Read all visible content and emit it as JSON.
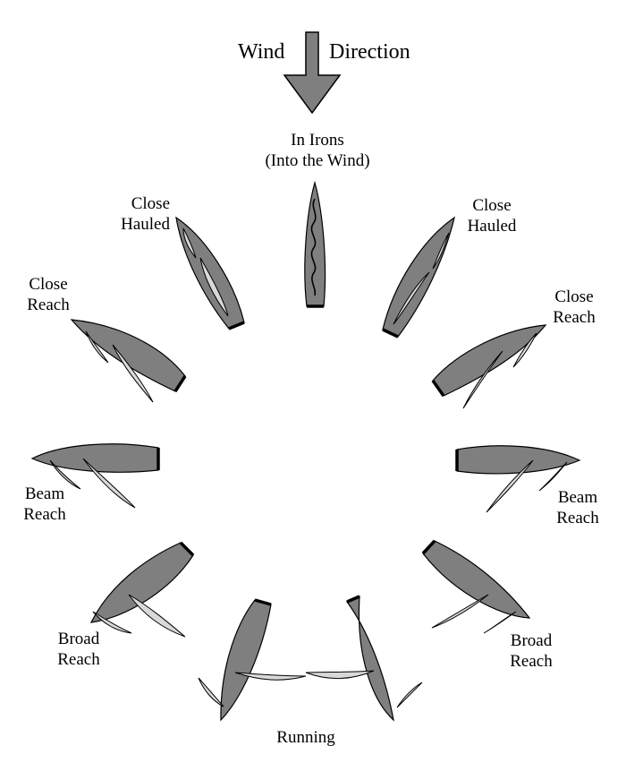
{
  "wind": {
    "word1": "Wind",
    "word2": "Direction"
  },
  "labels": {
    "in_irons": {
      "line1": "In Irons",
      "line2": "(Into the Wind)"
    },
    "close_hauled_left": {
      "line1": "Close",
      "line2": "Hauled"
    },
    "close_hauled_right": {
      "line1": "Close",
      "line2": "Hauled"
    },
    "close_reach_left": {
      "line1": "Close",
      "line2": "Reach"
    },
    "close_reach_right": {
      "line1": "Close",
      "line2": "Reach"
    },
    "beam_reach_left": {
      "line1": "Beam",
      "line2": "Reach"
    },
    "beam_reach_right": {
      "line1": "Beam",
      "line2": "Reach"
    },
    "broad_reach_left": {
      "line1": "Broad",
      "line2": "Reach"
    },
    "broad_reach_right": {
      "line1": "Broad",
      "line2": "Reach"
    },
    "running": {
      "line1": "Running"
    }
  },
  "colors": {
    "hull": "#7f7f7f",
    "sail": "#d9d9d9",
    "outline": "#000000"
  }
}
